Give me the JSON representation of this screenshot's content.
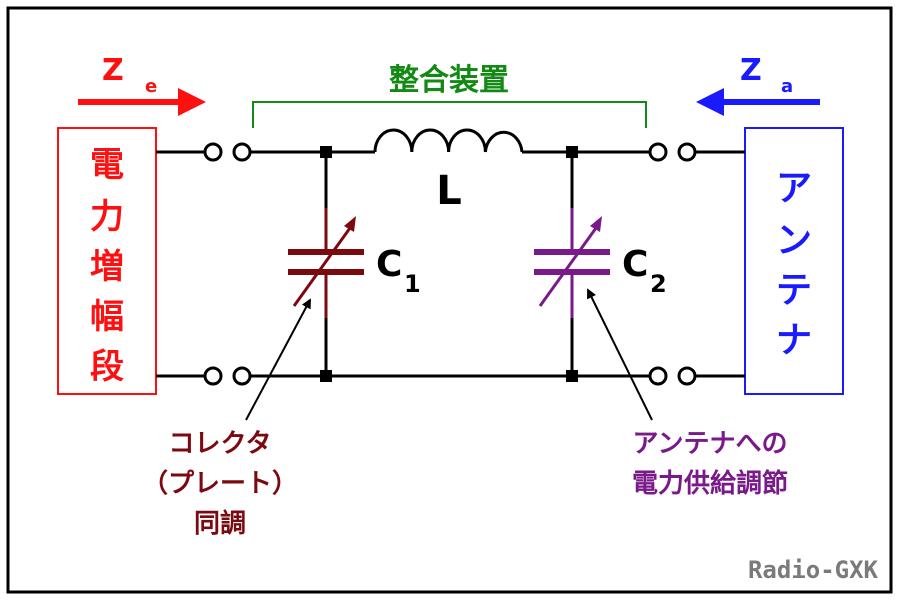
{
  "diagram": {
    "title": "整合装置",
    "left_impedance": {
      "main": "Z",
      "sub": "e"
    },
    "right_impedance": {
      "main": "Z",
      "sub": "a"
    },
    "left_block_chars": [
      "電",
      "力",
      "増",
      "幅",
      "段"
    ],
    "right_block_chars": [
      "ア",
      "ン",
      "テ",
      "ナ"
    ],
    "inductor_label": "L",
    "c1_label": {
      "main": "C",
      "sub": "1"
    },
    "c2_label": {
      "main": "C",
      "sub": "2"
    },
    "c1_note_lines": [
      "コレクタ",
      "（プレート）",
      "同調"
    ],
    "c2_note_lines": [
      "アンテナへの",
      "電力供給調節"
    ],
    "credit": "Radio-GXK"
  },
  "colors": {
    "red": "#ff1010",
    "blue": "#1a1aff",
    "green": "#138a13",
    "dark_red": "#7a0a10",
    "purple": "#7a1a8a",
    "wire": "#000000",
    "credit": "#7a7a7a"
  }
}
